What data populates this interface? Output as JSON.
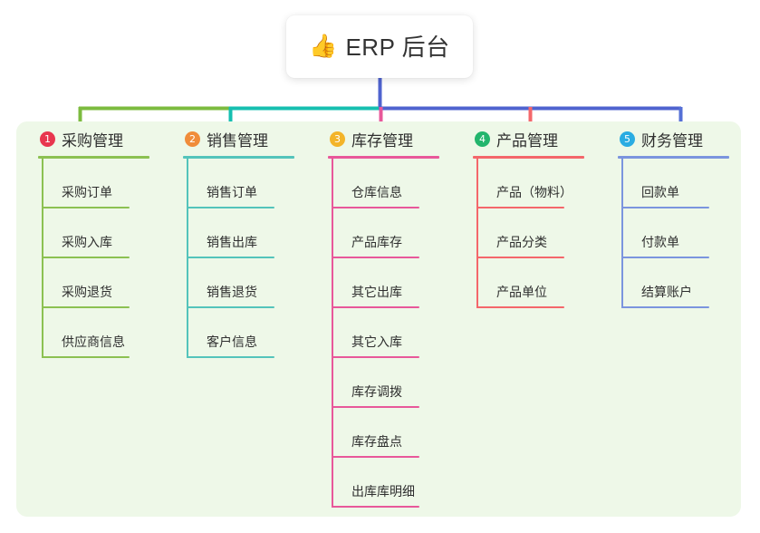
{
  "title": {
    "emoji_icon": "thumbs-up-icon",
    "emoji": "👍",
    "text": "ERP 后台"
  },
  "colors": {
    "panel_background": "#eef8e8",
    "page_background": "#ffffff",
    "bus_green": "#7cbb3f",
    "bus_teal": "#16bfb0",
    "bus_blue": "#4f63cf",
    "drop_green": "#7cbb3f",
    "drop_teal": "#16bfb0",
    "drop_pink": "#e8589a",
    "drop_red": "#f4676b",
    "drop_blue": "#5570d6"
  },
  "columns": [
    {
      "number": "1",
      "title": "采购管理",
      "badge_color": "#e8364f",
      "line_color": "#8cc152",
      "items": [
        {
          "label": "采购订单"
        },
        {
          "label": "采购入库"
        },
        {
          "label": "采购退货"
        },
        {
          "label": "供应商信息"
        }
      ]
    },
    {
      "number": "2",
      "title": "销售管理",
      "badge_color": "#f08c3a",
      "line_color": "#54c4bb",
      "items": [
        {
          "label": "销售订单"
        },
        {
          "label": "销售出库"
        },
        {
          "label": "销售退货"
        },
        {
          "label": "客户信息"
        }
      ]
    },
    {
      "number": "3",
      "title": "库存管理",
      "badge_color": "#f3b429",
      "line_color": "#e8589a",
      "items": [
        {
          "label": "仓库信息"
        },
        {
          "label": "产品库存"
        },
        {
          "label": "其它出库"
        },
        {
          "label": "其它入库"
        },
        {
          "label": "库存调拨"
        },
        {
          "label": "库存盘点"
        },
        {
          "label": "出库库明细"
        }
      ]
    },
    {
      "number": "4",
      "title": "产品管理",
      "badge_color": "#23b56d",
      "line_color": "#f4676b",
      "items": [
        {
          "label": "产品（物料）"
        },
        {
          "label": "产品分类"
        },
        {
          "label": "产品单位"
        }
      ]
    },
    {
      "number": "5",
      "title": "财务管理",
      "badge_color": "#2aace2",
      "line_color": "#7b95de",
      "items": [
        {
          "label": "回款单"
        },
        {
          "label": "付款单"
        },
        {
          "label": "结算账户"
        }
      ]
    }
  ]
}
